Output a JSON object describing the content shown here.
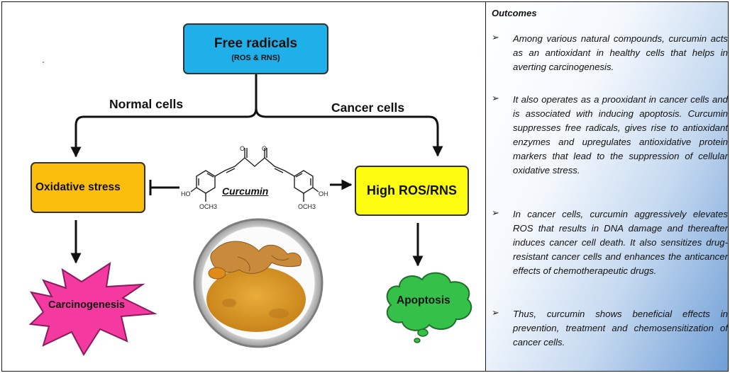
{
  "diagram": {
    "free_radicals": {
      "title": "Free radicals",
      "subtitle": "(ROS & RNS)"
    },
    "normal_cells_label": "Normal cells",
    "cancer_cells_label": "Cancer cells",
    "oxidative_stress": "Oxidative stress",
    "high_ros": "High ROS/RNS",
    "curcumin_label": "Curcumin",
    "carcinogenesis": "Carcinogenesis",
    "apoptosis": "Apoptosis",
    "chem_labels": {
      "ho": "HO",
      "oh": "OH",
      "o": "O",
      "och3": "OCH3"
    },
    "colors": {
      "free_radicals_box": "#1fb0ea",
      "oxidative_stress_box": "#fbbe0c",
      "high_ros_box": "#fdfd11",
      "carcinogenesis_star": "#f43aa0",
      "apoptosis_cloud": "#35c04a",
      "turmeric": "#d99a2b"
    }
  },
  "outcomes": {
    "title": "Outcomes",
    "bullet_glyph": "➢",
    "items": [
      "Among various natural compounds, curcumin acts as an antioxidant in healthy cells that helps in averting carcinogenesis.",
      "It also operates as a prooxidant in cancer cells and is associated with inducing apoptosis. Curcumin suppresses free radicals, gives rise to antioxidant enzymes and upregulates antioxidative protein markers that lead to the suppression of cellular oxidative stress.",
      "In cancer cells, curcumin aggressively elevates ROS that results in DNA damage and thereafter induces cancer cell death. It also sensitizes drug-resistant cancer cells and enhances the anticancer effects of chemotherapeutic drugs.",
      "Thus, curcumin shows beneficial effects in prevention, treatment and chemosensitization of cancer cells."
    ]
  }
}
